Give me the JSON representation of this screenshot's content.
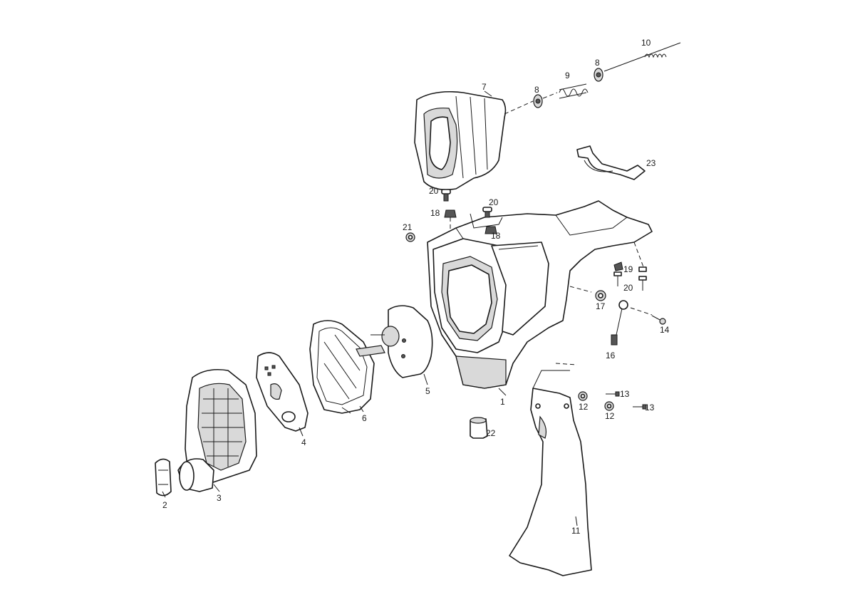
{
  "labels": {
    "p1": "1",
    "p2": "2",
    "p3": "3",
    "p4": "4",
    "p5": "5",
    "p6": "6",
    "p7": "7",
    "p8a": "8",
    "p8b": "8",
    "p9": "9",
    "p10": "10",
    "p11": "11",
    "p12a": "12",
    "p12b": "12",
    "p13a": "13",
    "p13b": "13",
    "p14": "14",
    "p16": "16",
    "p17": "17",
    "p18a": "18",
    "p18b": "18",
    "p19": "19",
    "p20a": "20",
    "p20b": "20",
    "p20c": "20",
    "p21": "21",
    "p22": "22",
    "p23": "23"
  }
}
